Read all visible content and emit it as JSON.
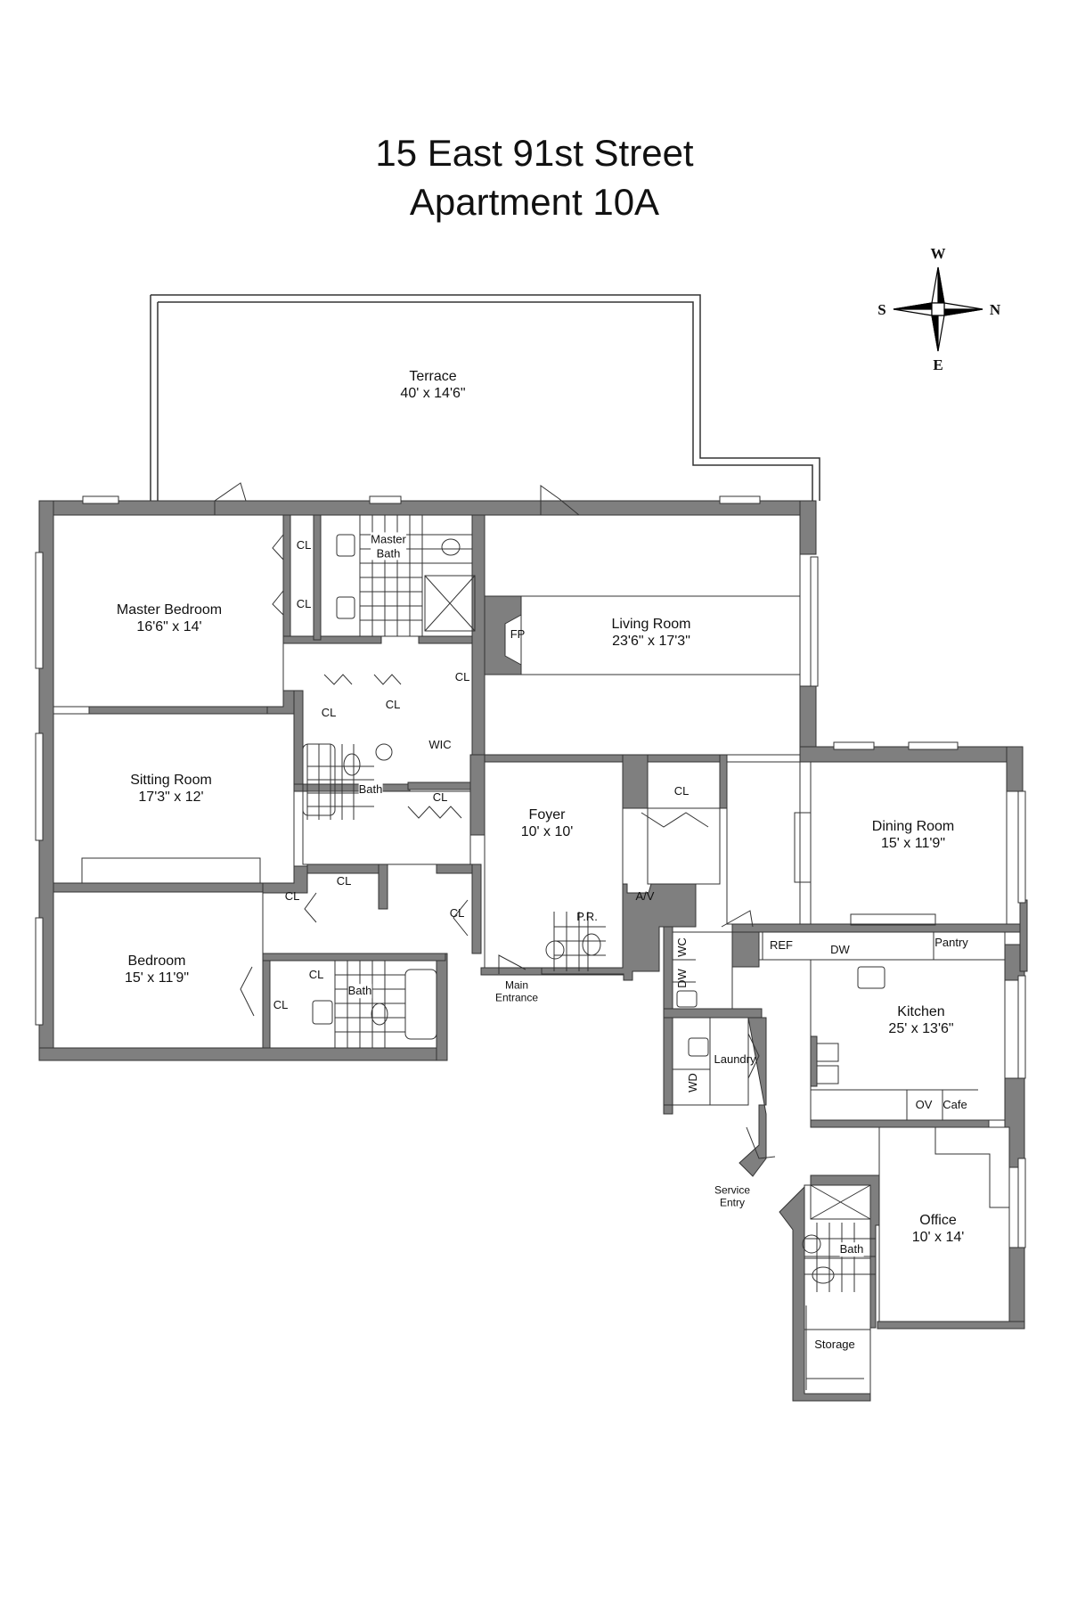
{
  "title": {
    "line1": "15 East 91st Street",
    "line2": "Apartment 10A"
  },
  "compass": {
    "top": "W",
    "bottom": "E",
    "left": "S",
    "right": "N"
  },
  "colors": {
    "wall": "#7f7f7f",
    "line": "#333333",
    "background": "#ffffff"
  },
  "rooms": {
    "terrace": {
      "name": "Terrace",
      "size": "40' x 14'6\""
    },
    "master_bedroom": {
      "name": "Master Bedroom",
      "size": "16'6\" x 14'"
    },
    "master_bath": {
      "name": "Master",
      "name2": "Bath"
    },
    "living_room": {
      "name": "Living Room",
      "size": "23'6\" x 17'3\""
    },
    "sitting_room": {
      "name": "Sitting Room",
      "size": "17'3\" x 12'"
    },
    "foyer": {
      "name": "Foyer",
      "size": "10' x 10'"
    },
    "dining_room": {
      "name": "Dining Room",
      "size": "15' x 11'9\""
    },
    "bedroom": {
      "name": "Bedroom",
      "size": "15' x 11'9\""
    },
    "kitchen": {
      "name": "Kitchen",
      "size": "25' x 13'6\""
    },
    "office": {
      "name": "Office",
      "size": "10' x 14'"
    }
  },
  "fixtures": {
    "closet": "CL",
    "wic": "WIC",
    "fireplace": "FP",
    "bath": "Bath",
    "powder_room": "P.R.",
    "av": "A/V",
    "wc": "WC",
    "dw": "DW",
    "ref": "REF",
    "pantry": "Pantry",
    "laundry": "Laundry",
    "wd": "WD",
    "oven": "OV",
    "cafe": "Cafe",
    "storage": "Storage"
  },
  "entrances": {
    "main_line1": "Main",
    "main_line2": "Entrance",
    "service_line1": "Service",
    "service_line2": "Entry"
  }
}
